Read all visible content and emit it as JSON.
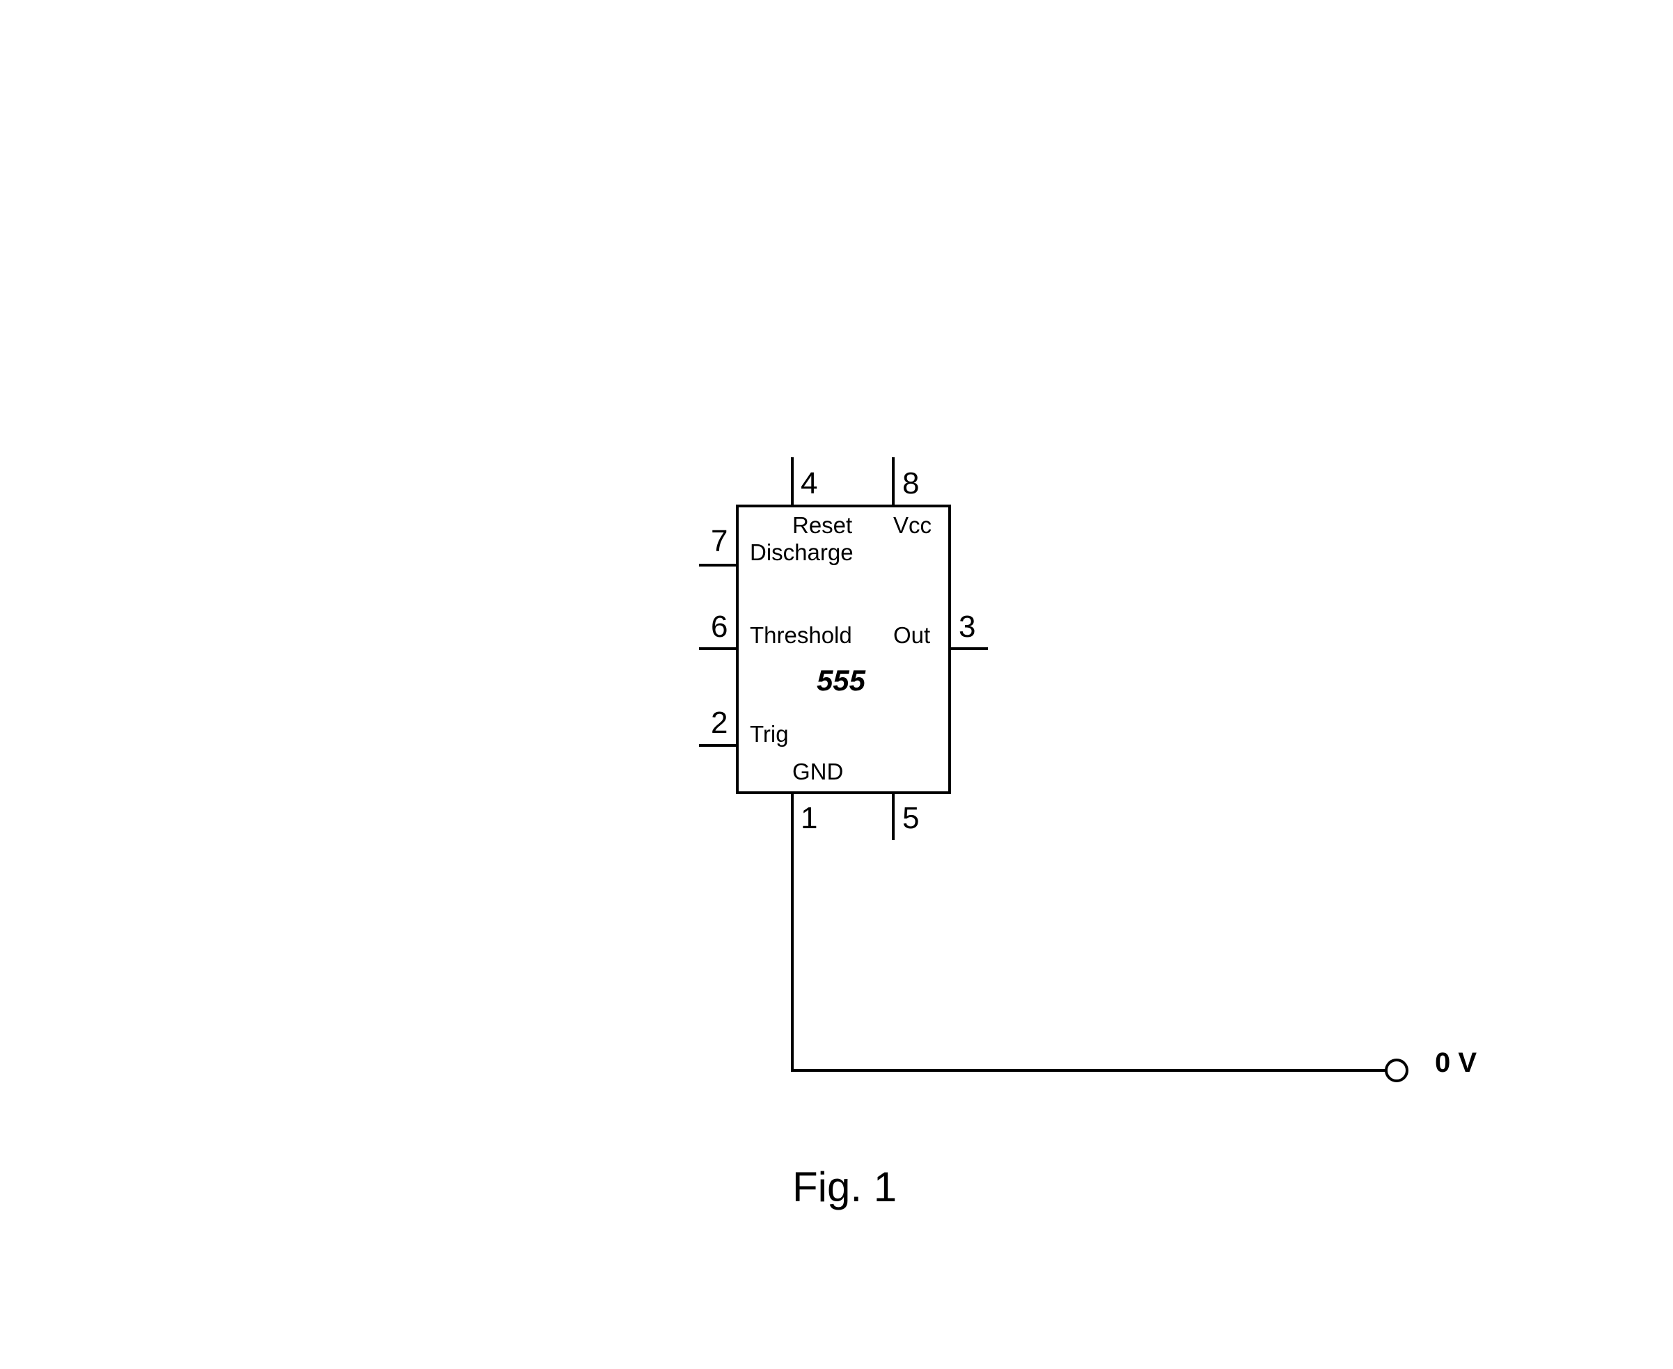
{
  "chip": {
    "name": "555",
    "pins": {
      "reset": {
        "number": "4",
        "label": "Reset"
      },
      "vcc": {
        "number": "8",
        "label": "Vcc"
      },
      "discharge": {
        "number": "7",
        "label": "Discharge"
      },
      "threshold": {
        "number": "6",
        "label": "Threshold"
      },
      "out": {
        "number": "3",
        "label": "Out"
      },
      "trig": {
        "number": "2",
        "label": "Trig"
      },
      "gnd": {
        "number": "1",
        "label": "GND"
      },
      "control": {
        "number": "5"
      }
    }
  },
  "terminal": {
    "label": "0 V"
  },
  "caption": "Fig. 1"
}
